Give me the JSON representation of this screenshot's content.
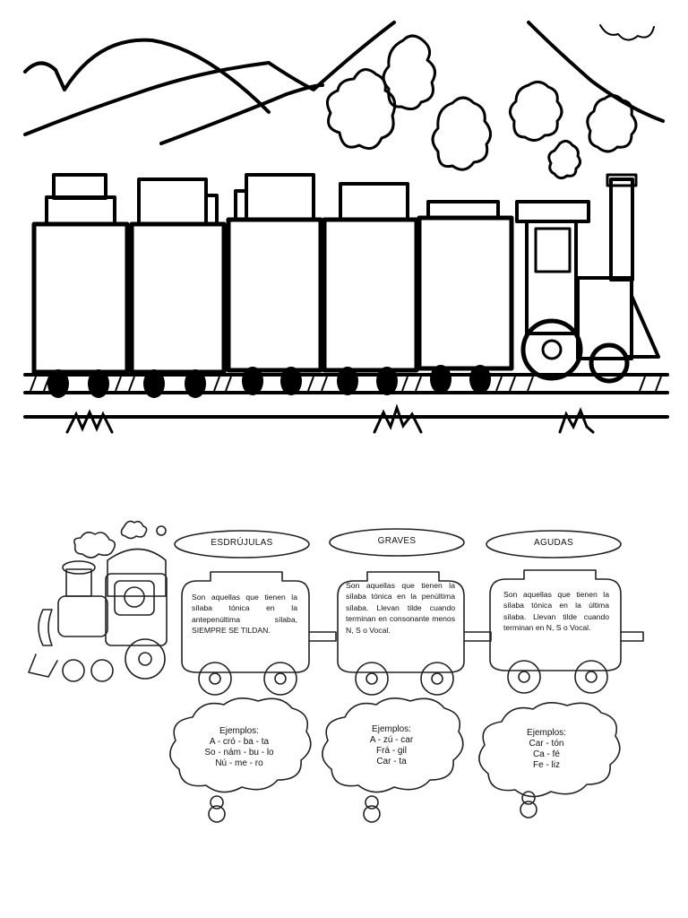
{
  "categories": [
    {
      "title": "ESDRÚJULAS",
      "definition": "Son aquellas que tienen la sílaba tónica en la antepenúltima sílaba, SIEMPRE SE TILDAN.",
      "examples_heading": "Ejemplos:",
      "examples": [
        "A - cró - ba - ta",
        "So - nám - bu - lo",
        "Nú - me - ro"
      ]
    },
    {
      "title": "GRAVES",
      "definition": "Son aquellas que tienen la sílaba tónica en la penúltima sílaba. Llevan tilde cuando terminan en consonante menos N, S o Vocal.",
      "examples_heading": "Ejemplos:",
      "examples": [
        "A - zú - car",
        "Frá - gil",
        "Car - ta"
      ]
    },
    {
      "title": "AGUDAS",
      "definition": "Son aquellas que tienen la sílaba tónica en la última sílaba. Llevan tilde cuando terminan en N, S o Vocal.",
      "examples_heading": "Ejemplos:",
      "examples": [
        "Car - tón",
        "Ca - fé",
        "Fe - liz"
      ]
    }
  ]
}
